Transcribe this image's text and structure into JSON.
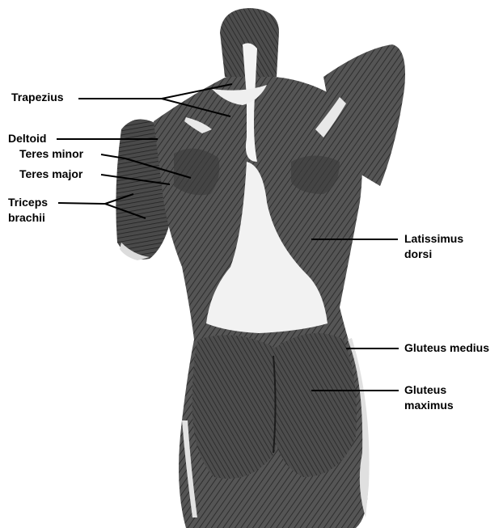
{
  "labels": {
    "trapezius": "Trapezius",
    "deltoid": "Deltoid",
    "teres_minor": "Teres minor",
    "teres_major": "Teres major",
    "triceps_line1": "Triceps",
    "triceps_line2": "brachii",
    "latissimus_line1": "Latissimus",
    "latissimus_line2": "dorsi",
    "gluteus_medius": "Gluteus medius",
    "gluteus_maximus_line1": "Gluteus",
    "gluteus_maximus_line2": "maximus"
  },
  "colors": {
    "muscle_dark": "#3a3a3a",
    "muscle_mid": "#5c5c5c",
    "muscle_light": "#7d7d7d",
    "tendon": "#f2f2f2",
    "line": "#000000"
  }
}
